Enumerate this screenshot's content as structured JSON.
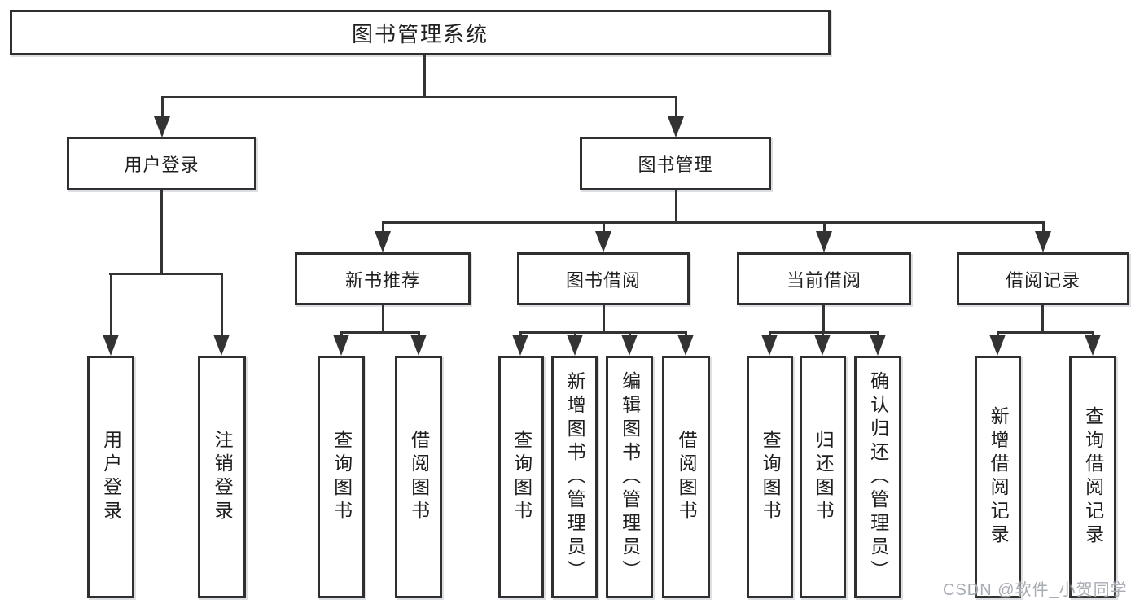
{
  "tree": {
    "label": "图书管理系统",
    "children": [
      {
        "label": "用户登录",
        "children": [
          {
            "label": "用户登录"
          },
          {
            "label": "注销登录"
          }
        ]
      },
      {
        "label": "图书管理",
        "children": [
          {
            "label": "新书推荐",
            "children": [
              {
                "label": "查询图书"
              },
              {
                "label": "借阅图书"
              }
            ]
          },
          {
            "label": "图书借阅",
            "children": [
              {
                "label": "查询图书"
              },
              {
                "label": "新增图书（管理员）"
              },
              {
                "label": "编辑图书（管理员）"
              },
              {
                "label": "借阅图书"
              }
            ]
          },
          {
            "label": "当前借阅",
            "children": [
              {
                "label": "查询图书"
              },
              {
                "label": "归还图书"
              },
              {
                "label": "确认归还（管理员）"
              }
            ]
          },
          {
            "label": "借阅记录",
            "children": [
              {
                "label": "新增借阅记录"
              },
              {
                "label": "查询借阅记录"
              }
            ]
          }
        ]
      }
    ]
  },
  "watermark": {
    "text": "CSDN @软件_小贺同学"
  },
  "colors": {
    "line": "#333333",
    "box_border": "#2f2f2f",
    "box_fill": "#ffffff",
    "text": "#1f1f1f",
    "watermark": "#a8acb4",
    "background": "#ffffff"
  }
}
